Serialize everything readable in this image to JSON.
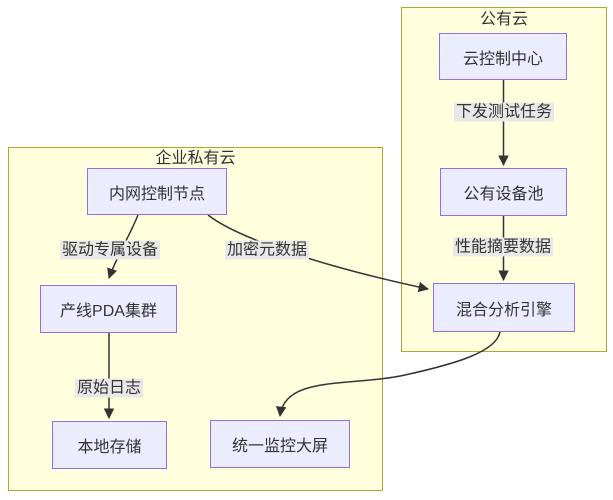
{
  "diagram": {
    "type": "flowchart",
    "clusters": [
      {
        "id": "private-cloud",
        "title": "企业私有云"
      },
      {
        "id": "public-cloud",
        "title": "公有云"
      }
    ],
    "nodes": [
      {
        "id": "intranet-control-node",
        "label": "内网控制节点",
        "cluster": "private-cloud"
      },
      {
        "id": "pda-cluster",
        "label": "产线PDA集群",
        "cluster": "private-cloud"
      },
      {
        "id": "local-storage",
        "label": "本地存储",
        "cluster": "private-cloud"
      },
      {
        "id": "monitor-dashboard",
        "label": "统一监控大屏",
        "cluster": "private-cloud"
      },
      {
        "id": "cloud-control-center",
        "label": "云控制中心",
        "cluster": "public-cloud"
      },
      {
        "id": "public-device-pool",
        "label": "公有设备池",
        "cluster": "public-cloud"
      },
      {
        "id": "hybrid-analysis-engine",
        "label": "混合分析引擎",
        "cluster": "public-cloud"
      }
    ],
    "edges": [
      {
        "from": "cloud-control-center",
        "to": "public-device-pool",
        "label": "下发测试任务"
      },
      {
        "from": "public-device-pool",
        "to": "hybrid-analysis-engine",
        "label": "性能摘要数据"
      },
      {
        "from": "intranet-control-node",
        "to": "pda-cluster",
        "label": "驱动专属设备"
      },
      {
        "from": "intranet-control-node",
        "to": "hybrid-analysis-engine",
        "label": "加密元数据"
      },
      {
        "from": "pda-cluster",
        "to": "local-storage",
        "label": "原始日志"
      },
      {
        "from": "hybrid-analysis-engine",
        "to": "monitor-dashboard",
        "label": ""
      }
    ],
    "colors": {
      "cluster_fill": "#ffffde",
      "cluster_border": "#aaaa33",
      "node_fill": "#ececff",
      "node_border": "#9370db",
      "edge": "#333333",
      "edge_label_bg": "#e8e8e8",
      "text": "#333333",
      "canvas_bg": "#ffffff"
    }
  }
}
